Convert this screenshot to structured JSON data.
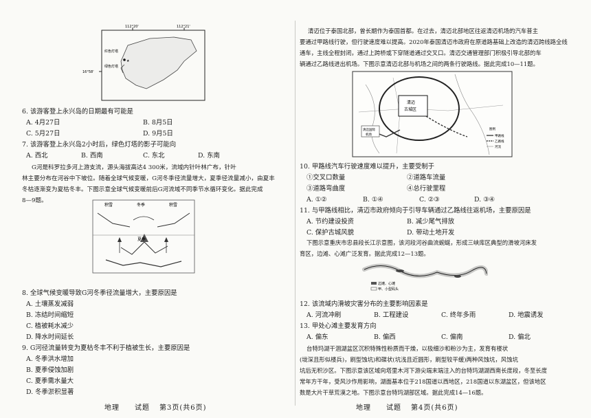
{
  "left": {
    "map1": {
      "lon1": "112°20'",
      "lon2": "112°21'",
      "lat": "16°58'",
      "label_red": "红色灯塔",
      "label_green": "绿色灯塔"
    },
    "q6": {
      "stem": "6. 该游客登上永兴岛的日期最有可能是",
      "a": "A. 4月27日",
      "b": "B. 8月5日",
      "c": "C. 5月27日",
      "d": "D. 9月5日"
    },
    "q7": {
      "stem": "7. 该游客登上永兴岛2小时后，绿色灯塔的影子可能向",
      "a": "A. 西北",
      "b": "B. 西南",
      "c": "C. 东北",
      "d": "D. 东南"
    },
    "passage2": [
      "G河是科罗拉多河上游支流，源头海拔高达4 300米，流域内针叶林广布，针叶",
      "林主要分布在河谷中下坡位。随着全球气候变暖，G河冬季径流量增大，夏季径流量减小，由夏丰",
      "冬枯逐渐变为夏枯冬丰。下图示意全球气候变暖前后G河流域不同季节水循环变化。据此完成",
      "8—9题。"
    ],
    "fig2": {
      "label_snow1": "积雪",
      "label_winter": "冬季",
      "label_snow2": "积雪",
      "label_summer": "夏季"
    },
    "q8": {
      "stem": "8. 全球气候变暖导致G河冬季径流量增大，主要原因是",
      "a": "A. 土壤蒸发减弱",
      "b": "B. 冻结时间缩短",
      "c": "C. 植被耗水减少",
      "d": "D. 降水时间延长"
    },
    "q9": {
      "stem": "9. G河径流量转变为夏枯冬丰不利于植被生长，主要原因是",
      "a": "A. 冬季洪水增加",
      "b": "B. 夏季侵蚀加剧",
      "c": "C. 夏季需水量大",
      "d": "D. 冬季淤积显著"
    },
    "footer": {
      "subject": "地理",
      "paper": "试题",
      "page": "第3页(共6页)"
    }
  },
  "right": {
    "passage1": [
      "清迈位于泰国北部，曾长期作为泰国首都。在过去，清迈北部地区往返清迈机场的汽车普主",
      "要通过甲路线行驶，但行驶速度难以提高。2020年泰国清迈市政府在原道路基础上改造的清迈跨线路全线",
      "通车，主线全程封闭，通过上跨桥或下穿隧道通过交叉口。清迈交通管理部门积极引导北部的车",
      "辆通过乙路线进出机场。下图示意清迈北部与机场之间的两条行驶路线。据此完成10—11题。"
    ],
    "map2": {
      "box_line1": "清迈",
      "box_line2": "古城区",
      "airport1": "清迈国际",
      "airport2": "机场",
      "legend_title": "图例",
      "legend_a": "甲路线",
      "legend_b": "乙路线",
      "legend_c": "河流"
    },
    "q10": {
      "stem": "10. 甲路线汽车行驶速度难以提升，主要受制于",
      "o1": "①交叉口数量",
      "o2": "②道路车流量",
      "o3": "③道路弯曲度",
      "o4": "④总行驶里程",
      "a": "A. ①②",
      "b": "B. ①④",
      "c": "C. ②③",
      "d": "D. ③④"
    },
    "q11": {
      "stem": "11. 与甲路线相比，清迈市政府倾向于引导车辆通过乙路线往返机场，主要原因是",
      "a": "A. 节约建设投资",
      "b": "B. 减少尾气排放",
      "c": "C. 保护古城风貌",
      "d": "D. 带动土地开发"
    },
    "passage2": [
      "下图示意重庆市忠县段长江示意图，该河段河谷曲流蜿蜒，形成三峡库区典型的滑坡河床发",
      "育区，边滩、心滩广泛发育。据此完成12—13题。"
    ],
    "river": {
      "legend_a": "边滩、心滩",
      "legend_b": "甲、小型码头"
    },
    "q12": {
      "stem": "12. 该流域内滑坡灾害分布的主要影响因素是",
      "a": "A. 河流冲刷",
      "b": "B. 工程建设",
      "c": "C. 终年多雨",
      "d": "D. 地震诱发"
    },
    "q13": {
      "stem": "13. 甲处心滩主要发育方向",
      "a": "A. 偏东",
      "b": "B. 偏西",
      "c": "C. 偏南",
      "d": "D. 偏北"
    },
    "passage3": [
      "台特玛湖干涸湖盆区沉积特殊性粉质而干燥，以极细沙和粉沙为主，发育有楼状",
      "(垅深且形似楼兵)，刷型蚀坑)和碟状(坑浅且近圆形，刷型较平缓)两种风蚀坑，风蚀坑",
      "坑后无积沙区。下图示意该区域向塔里木河下游尖端末端注入的台特玛湖湖西南长度段，冬至长度",
      "常年方干年，受风沙作用影响，湖面基本位于218国道以西地区，218国道以东湖盆区，但该地区",
      "数是大片干草荒漠之地。下图示意台特玛湖部区域。据此完成14—16题。"
    ],
    "footer": {
      "subject": "地理",
      "paper": "试题",
      "page": "第4页(共6页)"
    }
  }
}
